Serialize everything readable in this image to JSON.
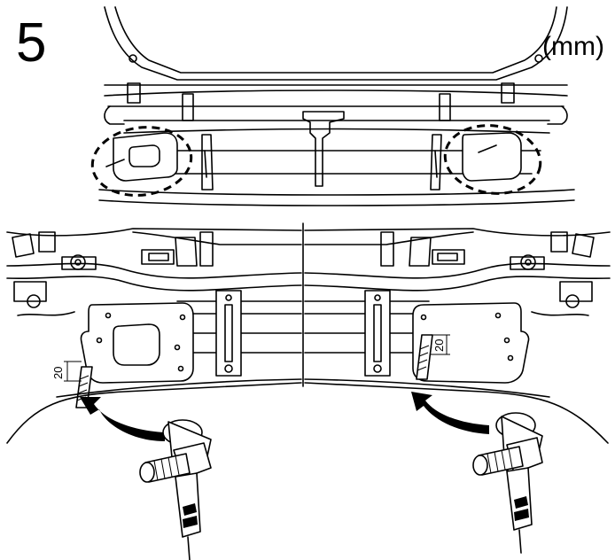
{
  "step_number": "5",
  "unit_label": "(mm)",
  "dimension_left": "20",
  "dimension_right": "20",
  "colors": {
    "line": "#000000",
    "background": "#ffffff"
  }
}
